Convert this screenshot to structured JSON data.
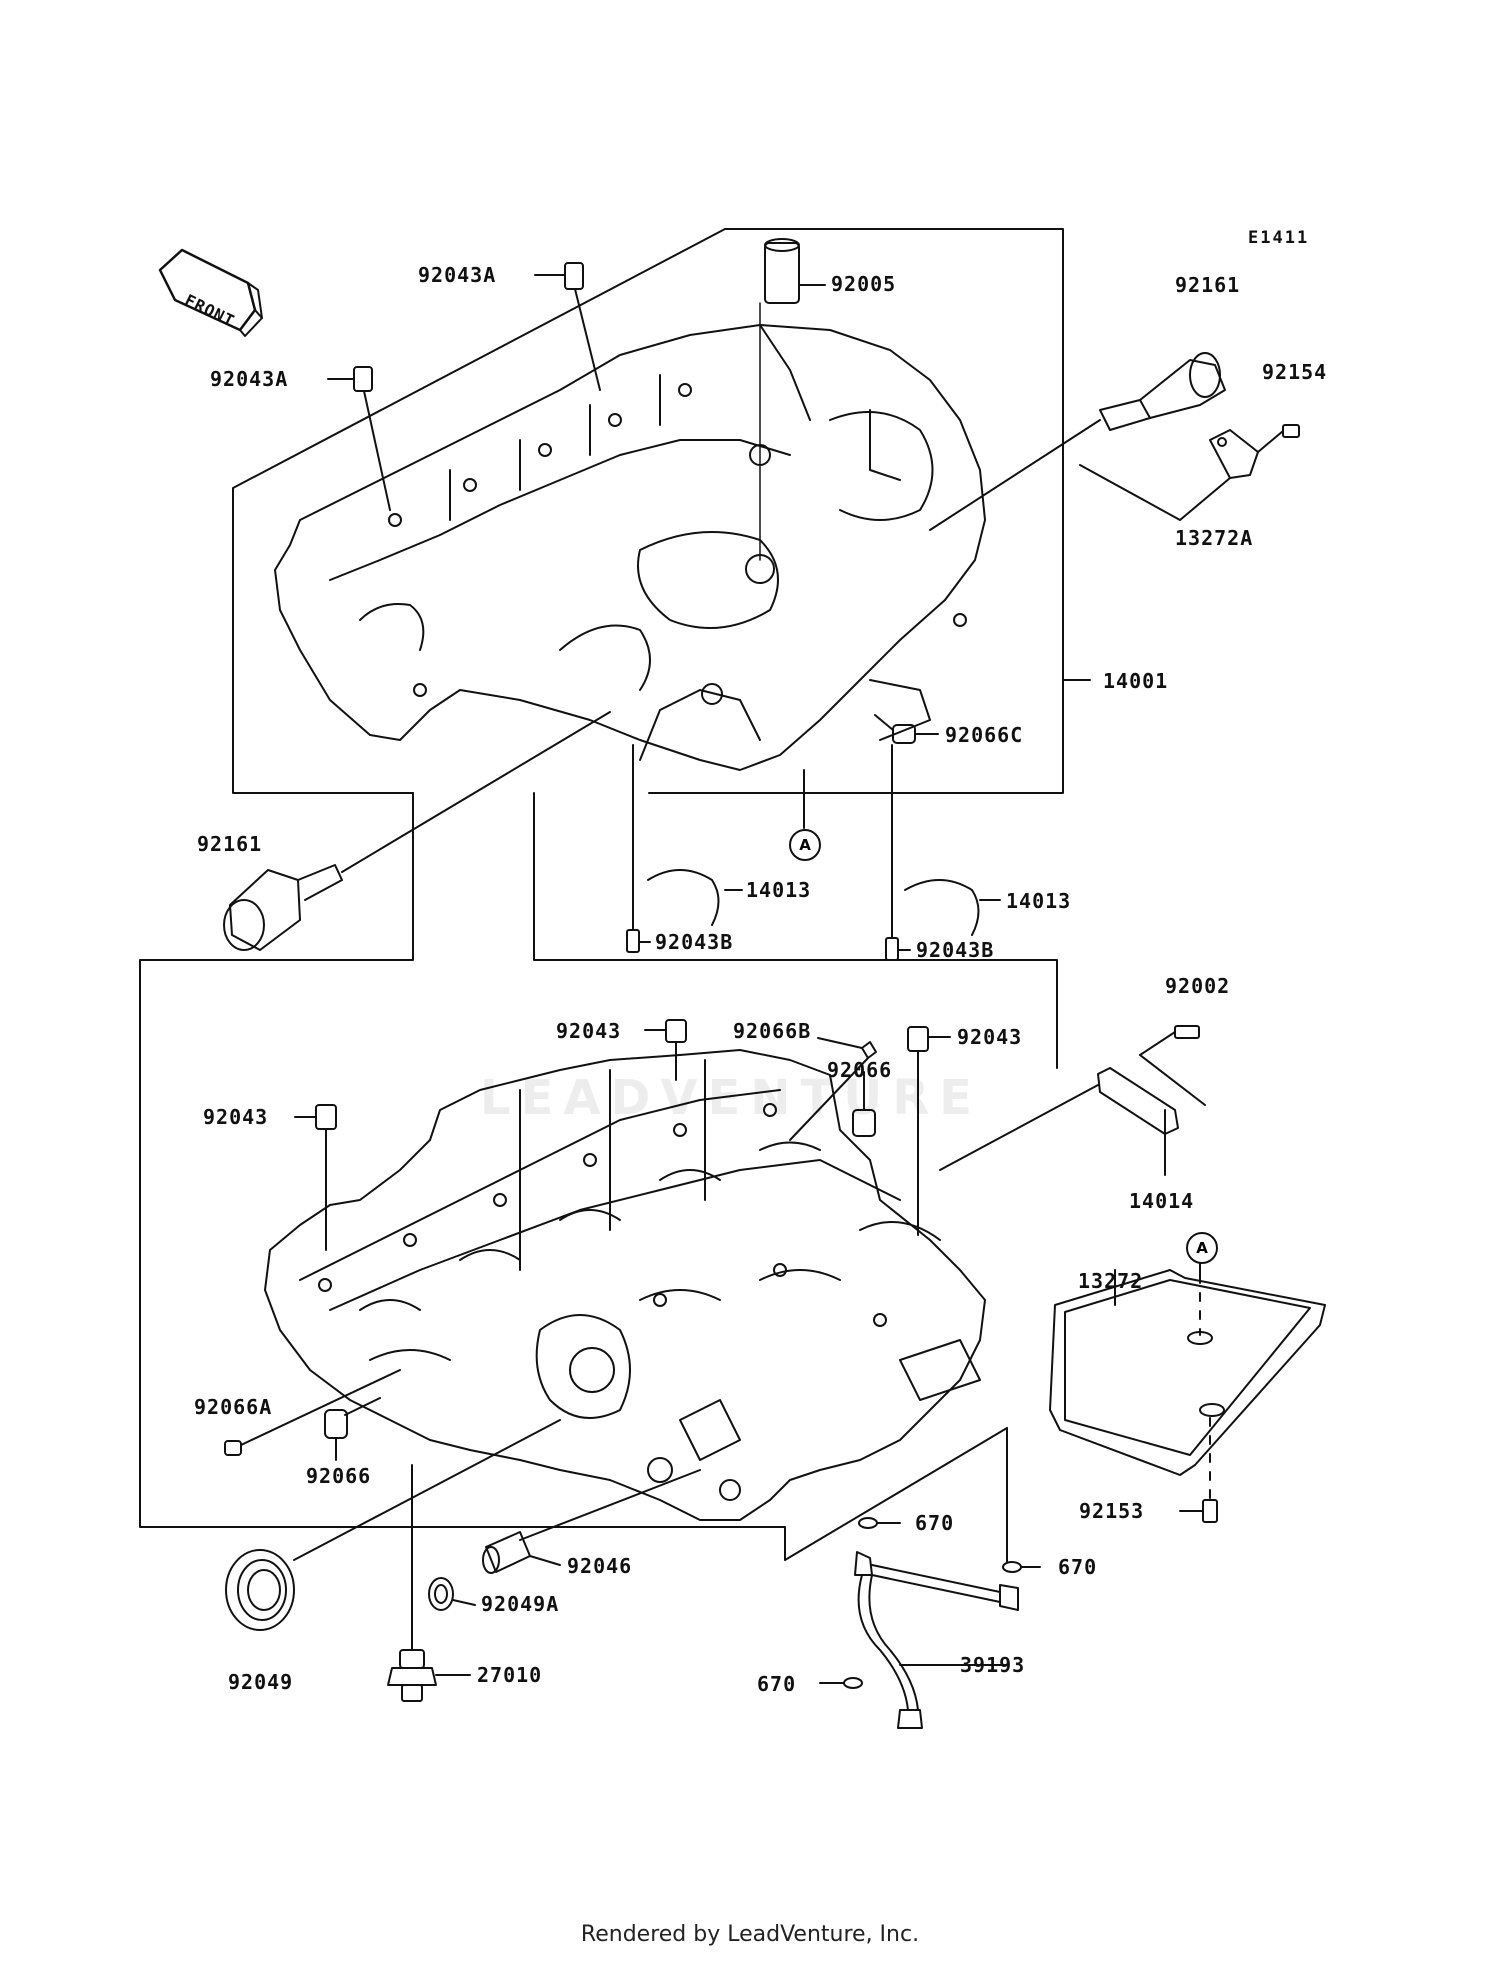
{
  "diagram_code": "E1411",
  "front_arrow_label": "FRONT",
  "reference_marker": "A",
  "watermark": "LEADVENTURE",
  "footer": "Rendered by LeadVenture, Inc.",
  "parts": {
    "p92043A_top": "92043A",
    "p92005": "92005",
    "p92043A_left": "92043A",
    "p92161_top": "92161",
    "p92154": "92154",
    "p13272A": "13272A",
    "p14001": "14001",
    "p92066C": "92066C",
    "p92161_left": "92161",
    "p14013_left": "14013",
    "p14013_right": "14013",
    "p92043B_left": "92043B",
    "p92043B_right": "92043B",
    "p92043_a": "92043",
    "p92066B": "92066B",
    "p92043_b": "92043",
    "p92002": "92002",
    "p92066_top": "92066",
    "p92043_c": "92043",
    "p14014": "14014",
    "p13272": "13272",
    "p92066A": "92066A",
    "p92066_bottom": "92066",
    "p92153": "92153",
    "p670_a": "670",
    "p670_b": "670",
    "p92046": "92046",
    "p92049A": "92049A",
    "p39193": "39193",
    "p92049": "92049",
    "p27010": "27010",
    "p670_c": "670"
  }
}
